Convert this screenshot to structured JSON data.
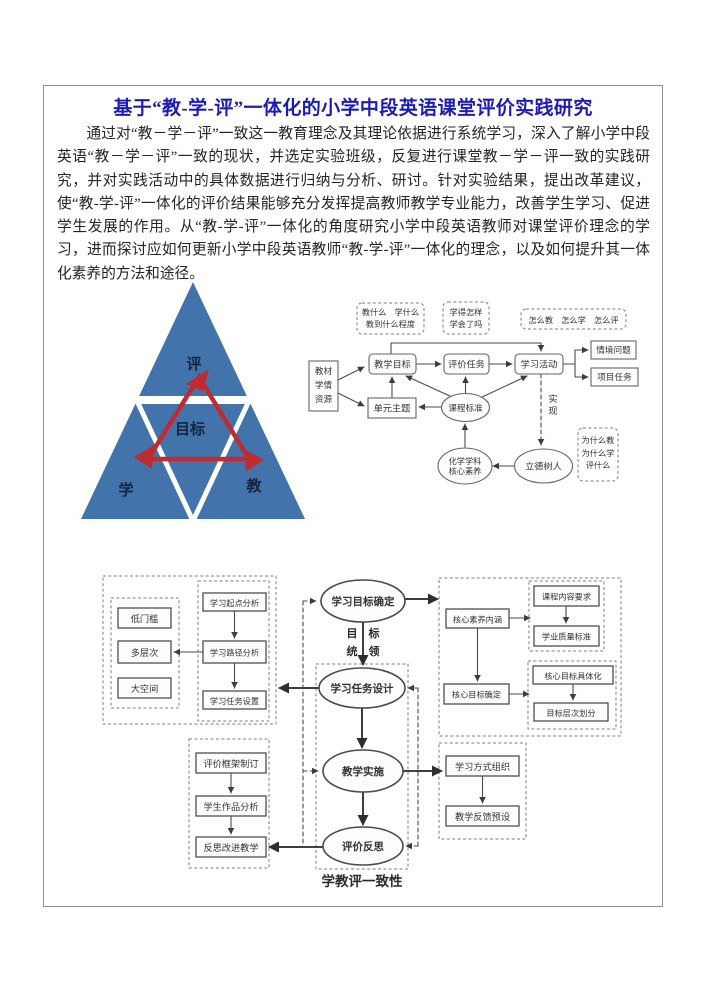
{
  "colors": {
    "title_blue": "#1c1cb4",
    "triangle_blue": "#4273ab",
    "arrow_red": "#bf2b2e",
    "triangle_label": "#14243e"
  },
  "page": {
    "title": "基于“教-学-评”一体化的小学中段英语课堂评价实践研究",
    "abstract": "通过对“教－学－评”一致这一教育理念及其理论依据进行系统学习，深入了解小学中段英语“教－学－评”一致的现状，并选定实验班级，反复进行课堂教－学－评一致的实践研究，并对实践活动中的具体数据进行归纳与分析、研讨。针对实验结果，提出改革建议，使“教-学-评”一体化的评价结果能够充分发挥提高教师教学专业能力，改善学生学习、促进学生发展的作用。从“教-学-评”一体化的角度研究小学中段英语教师对课堂评价理念的学习，进而探讨应如何更新小学中段英语教师“教-学-评”一体化的理念，以及如何提升其一体化素养的方法和途径。"
  },
  "triangle": {
    "top": "评",
    "center": "目标",
    "bottom_left": "学",
    "bottom_right": "教"
  },
  "flow1": {
    "q1_line1": "教什么　学什么",
    "q1_line2": "教到什么程度",
    "q2_line1": "学得怎样",
    "q2_line2": "学会了吗",
    "q3": "怎么教　怎么学　怎么评",
    "material": "教材",
    "learners": "学情",
    "resources": "资源",
    "teaching_goal": "教学目标",
    "evaluation_task": "评价任务",
    "learning_activity": "学习活动",
    "situation_problem": "情境问题",
    "project_task": "项目任务",
    "unit_theme": "单元主题",
    "curriculum_standard": "课程标准",
    "subject_line1": "化学学科",
    "subject_line2": "核心素养",
    "moral_education": "立德树人",
    "why_line1": "为什么教",
    "why_line2": "为什么学",
    "why_line3": "评什么",
    "realize_char1": "实",
    "realize_char2": "现"
  },
  "flow2": {
    "low_threshold": "低门槛",
    "multi_level": "多层次",
    "big_space": "大空间",
    "start_analysis": "学习起点分析",
    "path_analysis": "学习路径分析",
    "task_setting": "学习任务设置",
    "goal_determine": "学习目标确定",
    "guide_line1": "目　标",
    "guide_line2": "统　领",
    "task_design": "学习任务设计",
    "teaching_implement": "教学实施",
    "evaluation_reflect": "评价反思",
    "consistency_label": "学教评一致性",
    "eval_framework": "评价框架制订",
    "student_work": "学生作品分析",
    "reflect_improve": "反思改进教学",
    "core_literacy": "核心素养内涵",
    "content_requirement": "课程内容要求",
    "quality_standard": "学业质量标准",
    "core_goal_determine": "核心目标确定",
    "goal_concrete": "核心目标具体化",
    "goal_hierarchy": "目标层次划分",
    "learning_mode": "学习方式组织",
    "teaching_feedback": "教学反馈预设"
  }
}
